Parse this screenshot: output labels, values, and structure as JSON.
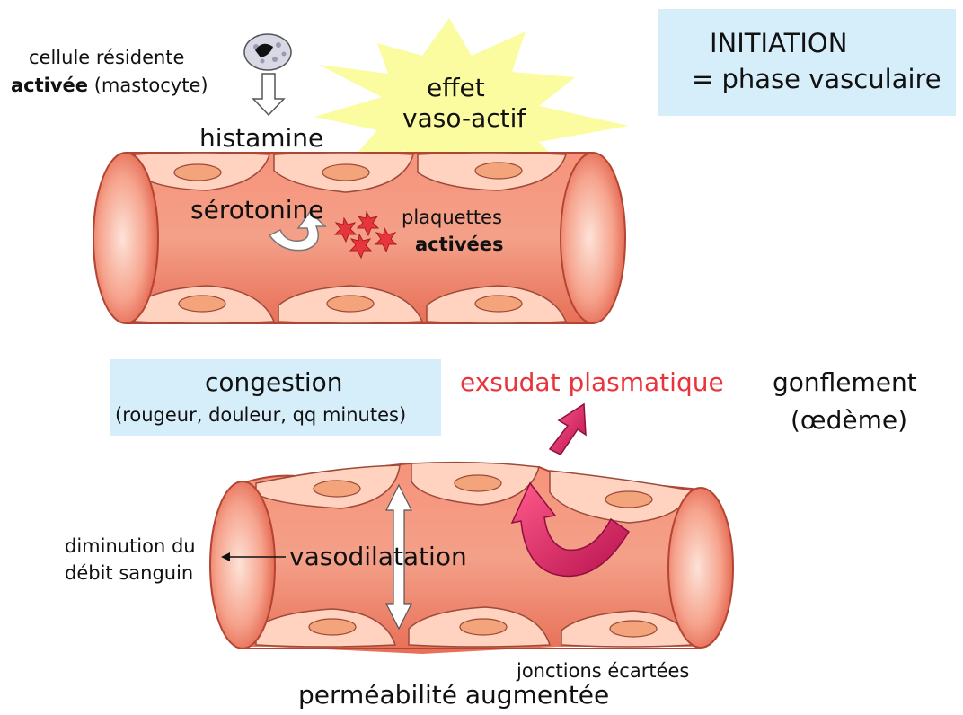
{
  "title_box": {
    "line1": "INITIATION",
    "line2": "= phase vasculaire"
  },
  "resident_cell": {
    "line1": "cellule résidente",
    "bold": "activée",
    "rest": "(mastocyte)"
  },
  "labels": {
    "histamine": "histamine",
    "starburst_line1": "effet",
    "starburst_line2": "vaso-actif",
    "serotonine": "sérotonine",
    "plaquettes": "plaquettes",
    "activees": "activées",
    "exsudat": "exsudat plasmatique",
    "gonflement": "gonflement",
    "oedeme": "(œdème)",
    "diminution_line1": "diminution du",
    "diminution_line2": "débit sanguin",
    "vasodilatation": "vasodilatation",
    "jonctions": "jonctions écartées",
    "permeabilite": "perméabilité augmentée"
  },
  "congestion_box": {
    "title": "congestion",
    "detail": "(rougeur, douleur, qq minutes)"
  },
  "colors": {
    "vessel_fill": "#f2806a",
    "vessel_light": "#fbb6a4",
    "vessel_dark": "#d94a37",
    "cell_fill": "#ffd3bf",
    "nucleus_fill": "#f4a47a",
    "starburst": "#fbfba0",
    "box_bg": "#d6eefa",
    "exsudat_red": "#e8343b",
    "arrow_magenta": "#e0246a"
  }
}
